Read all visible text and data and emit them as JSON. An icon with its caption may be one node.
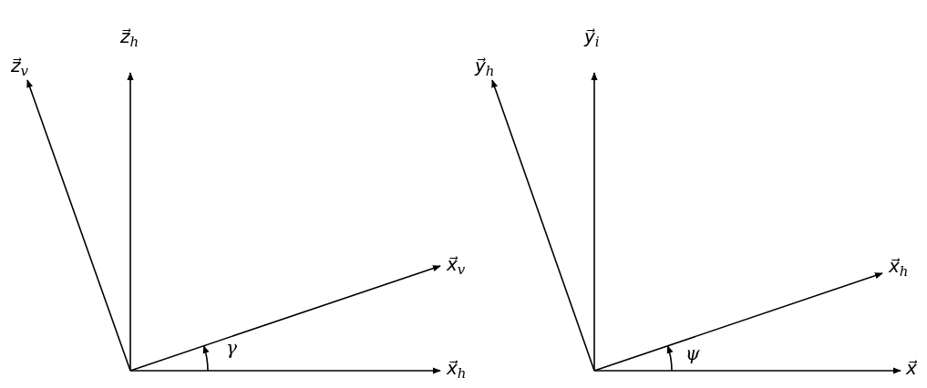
{
  "diagram": {
    "labels": [
      "z⃗$_{v}$",
      "z⃗$_{h}$",
      "x⃗$_{v}$",
      "γ",
      "x⃗$_{h}$",
      "y⃗$_{h}$",
      "y⃗$_{i}$",
      "x⃗$_{h}$",
      "ψ",
      "x⃗"
    ]
  }
}
